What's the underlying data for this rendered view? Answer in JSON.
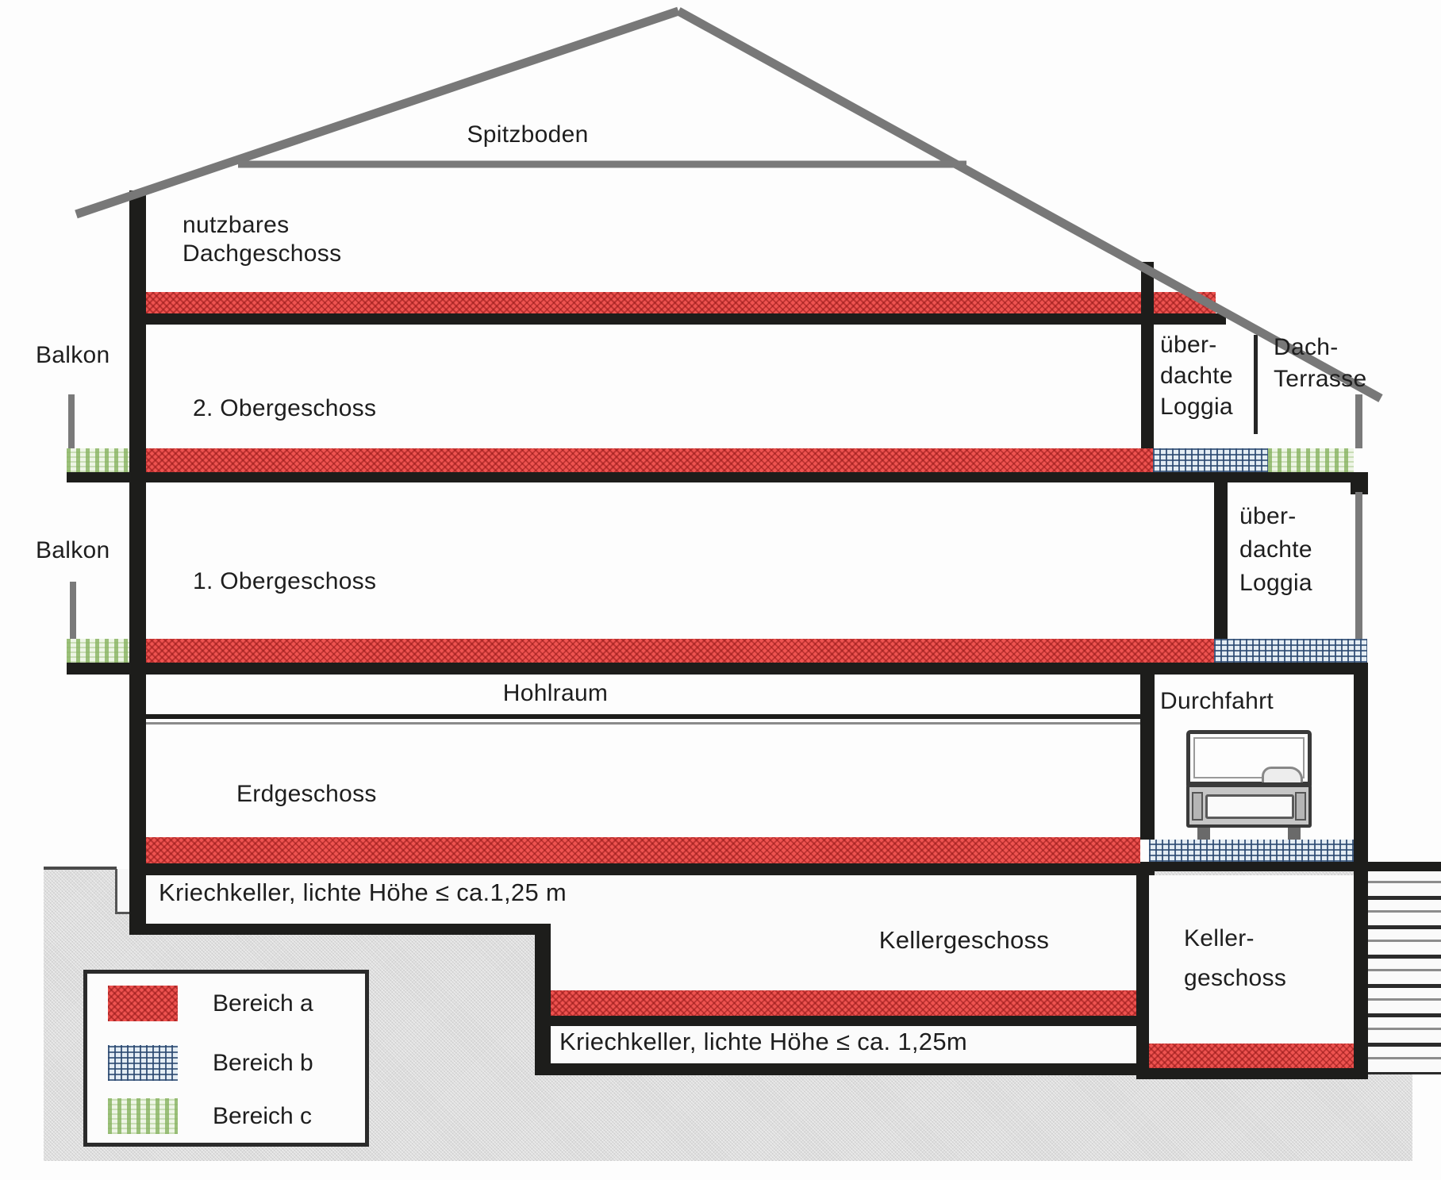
{
  "diagram": {
    "type": "building-cross-section",
    "labels": {
      "spitzboden": "Spitzboden",
      "attic": [
        "nutzbares",
        "Dachgeschoss"
      ],
      "balkon_upper": "Balkon",
      "balkon_lower": "Balkon",
      "og2": "2. Obergeschoss",
      "og1": "1. Obergeschoss",
      "erdgeschoss": "Erdgeschoss",
      "hohlraum": "Hohlraum",
      "durchfahrt": "Durchfahrt",
      "loggia_upper": [
        "über-",
        "dachte",
        "Loggia"
      ],
      "dach_terrasse": [
        "Dach-",
        "Terrasse"
      ],
      "loggia_lower": [
        "über-",
        "dachte",
        "Loggia"
      ],
      "kriechkeller_upper": "Kriechkeller, lichte Höhe ≤ ca.1,25 m",
      "kellergeschoss_mid": "Kellergeschoss",
      "keller_right": [
        "Keller-",
        "geschoss"
      ],
      "kriechkeller_lower": "Kriechkeller, lichte Höhe ≤ ca. 1,25m"
    },
    "legend": {
      "items": [
        {
          "label": "Bereich a",
          "pattern": "red-crosshatch"
        },
        {
          "label": "Bereich b",
          "pattern": "blue-grid"
        },
        {
          "label": "Bereich c",
          "pattern": "green-stripes"
        }
      ]
    },
    "colors": {
      "bereich_a": "#ee5350",
      "bereich_b_lines": "#2a4870",
      "bereich_b_bg": "#e4edf4",
      "bereich_c_lines": "#86b25f",
      "bereich_c_bg": "#eef5e6",
      "walls": "#1d1d1b",
      "roof": "#7a7a7a",
      "ground": "#dddddd"
    }
  }
}
